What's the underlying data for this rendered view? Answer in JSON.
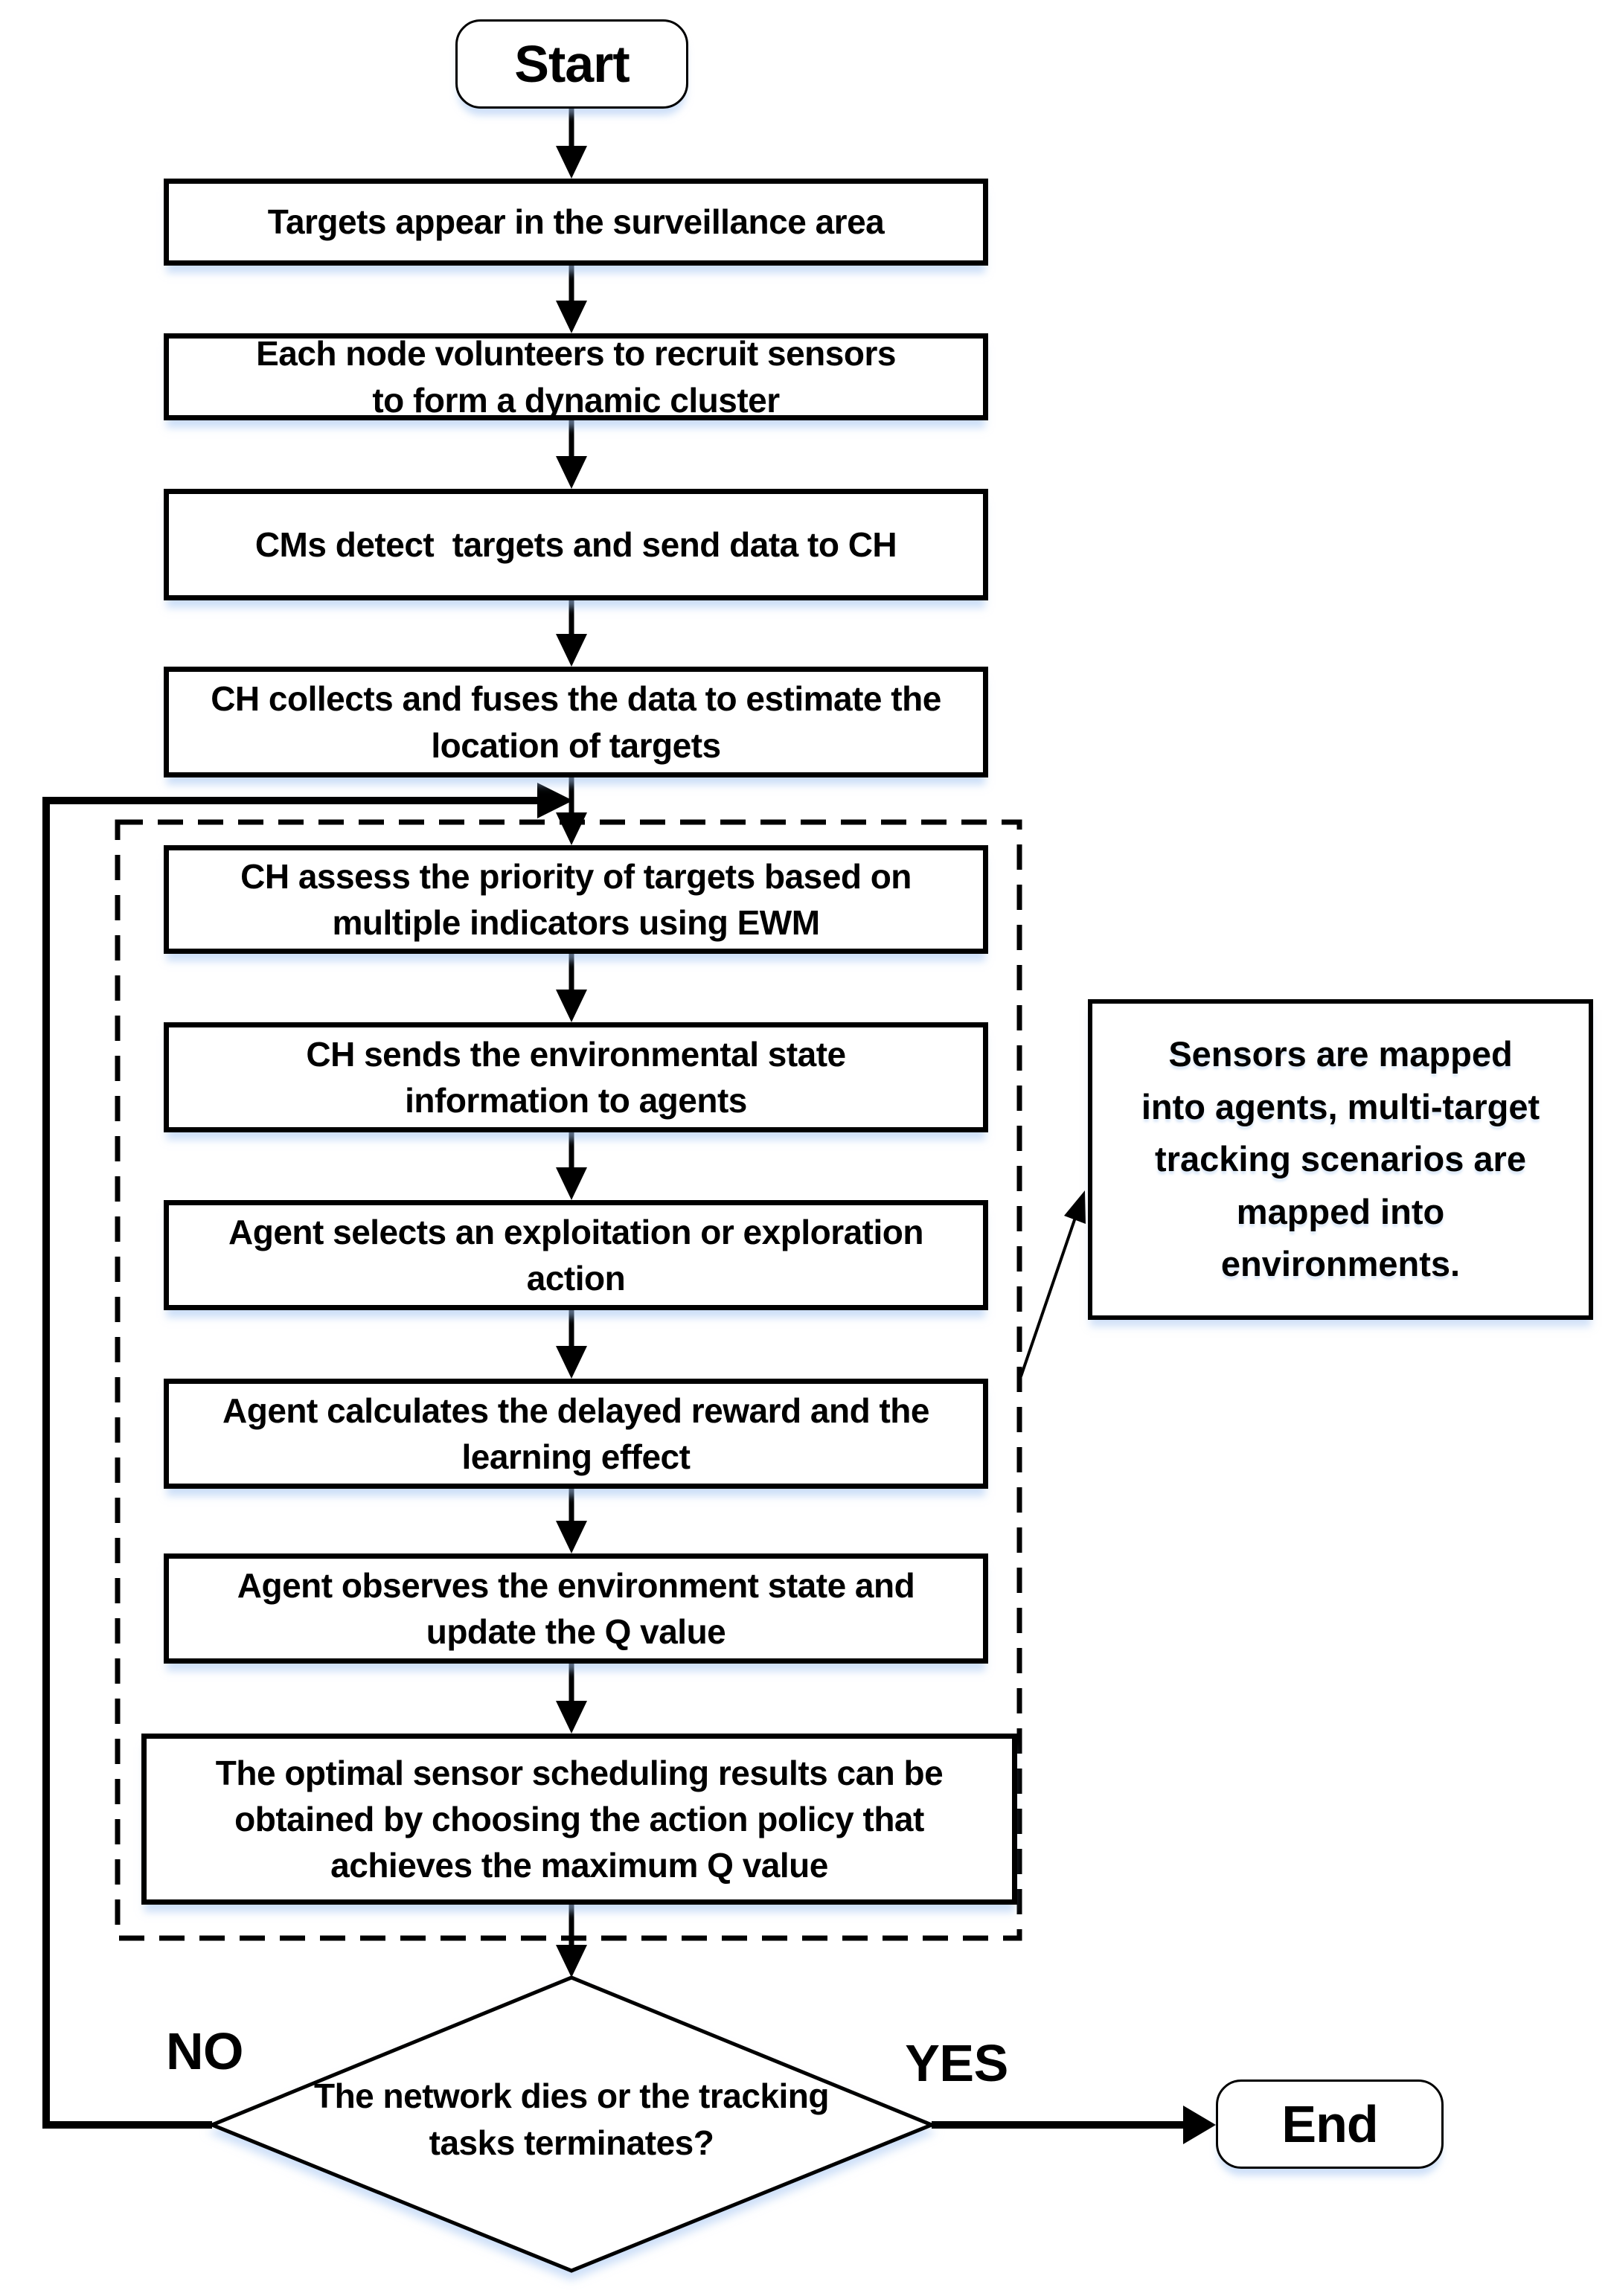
{
  "flowchart": {
    "colors": {
      "stroke": "#000000",
      "fill": "#ffffff",
      "shadow_tint": "#aac4ee"
    },
    "start": {
      "label": "Start"
    },
    "end": {
      "label": "End"
    },
    "steps": [
      {
        "label": "Targets appear in the surveillance area"
      },
      {
        "label": "Each node volunteers to recruit sensors to form a dynamic cluster"
      },
      {
        "label": "CMs detect  targets and send data to CH"
      },
      {
        "label": "CH collects and fuses the data to estimate the location of targets"
      },
      {
        "label": "CH assess the priority of targets based on multiple indicators using EWM"
      },
      {
        "label": "CH sends the environmental state information to agents"
      },
      {
        "label": "Agent selects an exploitation or exploration action"
      },
      {
        "label": "Agent calculates the delayed reward and the learning effect"
      },
      {
        "label": "Agent observes the environment state and update the Q value"
      },
      {
        "label": "The optimal sensor scheduling results can be obtained by choosing the action policy that achieves the maximum Q value"
      }
    ],
    "decision": {
      "label": "The network dies or the tracking tasks terminates?",
      "no_label": "NO",
      "yes_label": "YES"
    },
    "annotation": {
      "text": "Sensors are mapped into agents, multi-target tracking scenarios are mapped into environments."
    }
  }
}
